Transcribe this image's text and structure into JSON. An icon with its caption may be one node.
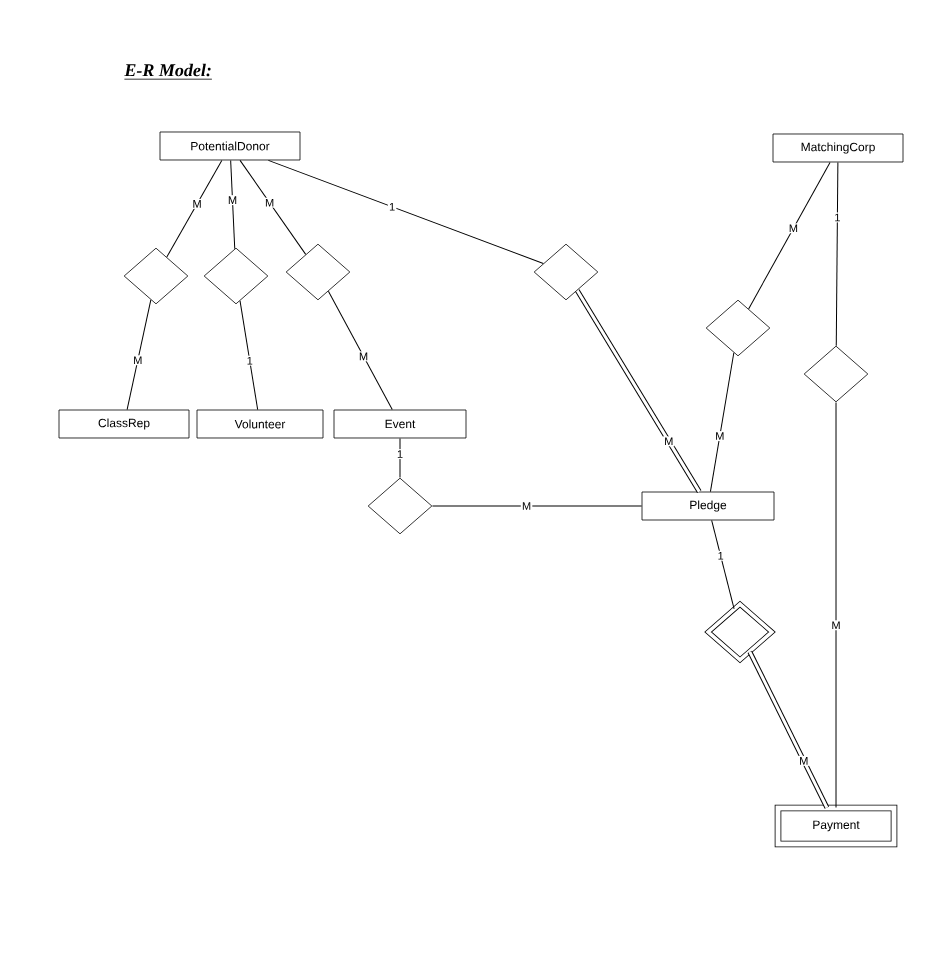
{
  "diagram": {
    "title": "E-R Model:",
    "nodes": [
      {
        "text": [
          "PotentialDonor"
        ]
      },
      {
        "text": [
          "MatchingCorp"
        ]
      },
      {
        "text": [],
        "shape": "diamond"
      },
      {
        "text": [],
        "shape": "diamond"
      },
      {
        "text": [],
        "shape": "diamond"
      },
      {
        "text": [],
        "shape": "diamond"
      },
      {
        "text": [],
        "shape": "diamond"
      },
      {
        "text": [],
        "shape": "diamond"
      },
      {
        "text": [
          "ClassRep"
        ]
      },
      {
        "text": [
          "Volunteer"
        ]
      },
      {
        "text": [
          "Event"
        ]
      },
      {
        "text": [],
        "shape": "diamond"
      },
      {
        "text": [
          "Pledge"
        ]
      },
      {
        "text": [],
        "shape": "diamond"
      },
      {
        "text": [
          "Payment"
        ]
      }
    ],
    "edges": [
      {
        "from": 0,
        "to": 2,
        "arrow": "none",
        "label": "M"
      },
      {
        "from": 0,
        "to": 3,
        "arrow": "none",
        "label": "M"
      },
      {
        "from": 0,
        "to": 4,
        "arrow": "none",
        "label": "M"
      },
      {
        "from": 0,
        "to": 5,
        "arrow": "none",
        "label": "1"
      },
      {
        "from": 2,
        "to": 8,
        "arrow": "none",
        "label": "M"
      },
      {
        "from": 3,
        "to": 9,
        "arrow": "none",
        "label": "1"
      },
      {
        "from": 4,
        "to": 10,
        "arrow": "none",
        "label": "M"
      },
      {
        "from": 5,
        "to": 12,
        "arrow": "none",
        "label": "M",
        "style": "thick"
      },
      {
        "from": 1,
        "to": 6,
        "arrow": "none",
        "label": "M"
      },
      {
        "from": 6,
        "to": 12,
        "arrow": "none",
        "label": "M"
      },
      {
        "from": 1,
        "to": 7,
        "arrow": "none",
        "label": "1"
      },
      {
        "from": 7,
        "to": 14,
        "arrow": "none",
        "label": "M"
      },
      {
        "from": 10,
        "to": 11,
        "arrow": "none",
        "label": "1"
      },
      {
        "from": 11,
        "to": 12,
        "arrow": "none",
        "label": "M"
      },
      {
        "from": 12,
        "to": 13,
        "arrow": "none",
        "label": "1"
      },
      {
        "from": 13,
        "to": 14,
        "arrow": "none",
        "label": "M",
        "style": "thick"
      }
    ]
  }
}
